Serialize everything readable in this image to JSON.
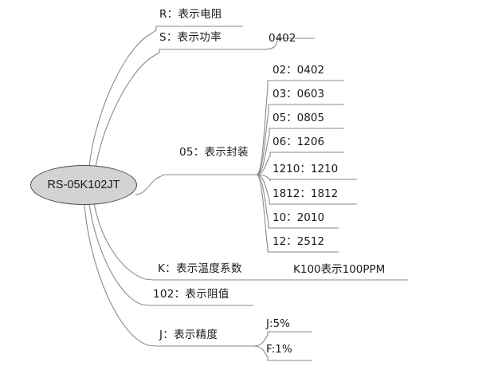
{
  "diagram": {
    "type": "mind-map",
    "title_text": "RS-05K102JT",
    "background_color": "#ffffff",
    "line_color": "#8a8a8a",
    "node_fill_color": "#d3d3d3",
    "node_border_color": "#4a4a4a",
    "text_color": "#1a1a1a"
  },
  "root": {
    "label": "RS-05K102JT"
  },
  "branches": [
    {
      "label": "R：表示电阻"
    },
    {
      "label": "S：表示功率"
    },
    {
      "label": "05：表示封装"
    },
    {
      "label": "K：表示温度系数"
    },
    {
      "label": "102：表示阻值"
    },
    {
      "label": "J：表示精度"
    }
  ],
  "leaves": {
    "power": [
      {
        "label": "0402"
      }
    ],
    "package": [
      {
        "label": "02：0402"
      },
      {
        "label": "03：0603"
      },
      {
        "label": "05：0805"
      },
      {
        "label": "06：1206"
      },
      {
        "label": "1210：1210"
      },
      {
        "label": "1812：1812"
      },
      {
        "label": "10：2010"
      },
      {
        "label": "12：2512"
      }
    ],
    "tempco": [
      {
        "label": "K100表示100PPM"
      }
    ],
    "tolerance": [
      {
        "label": "J:5%"
      },
      {
        "label": "F:1%"
      }
    ]
  }
}
